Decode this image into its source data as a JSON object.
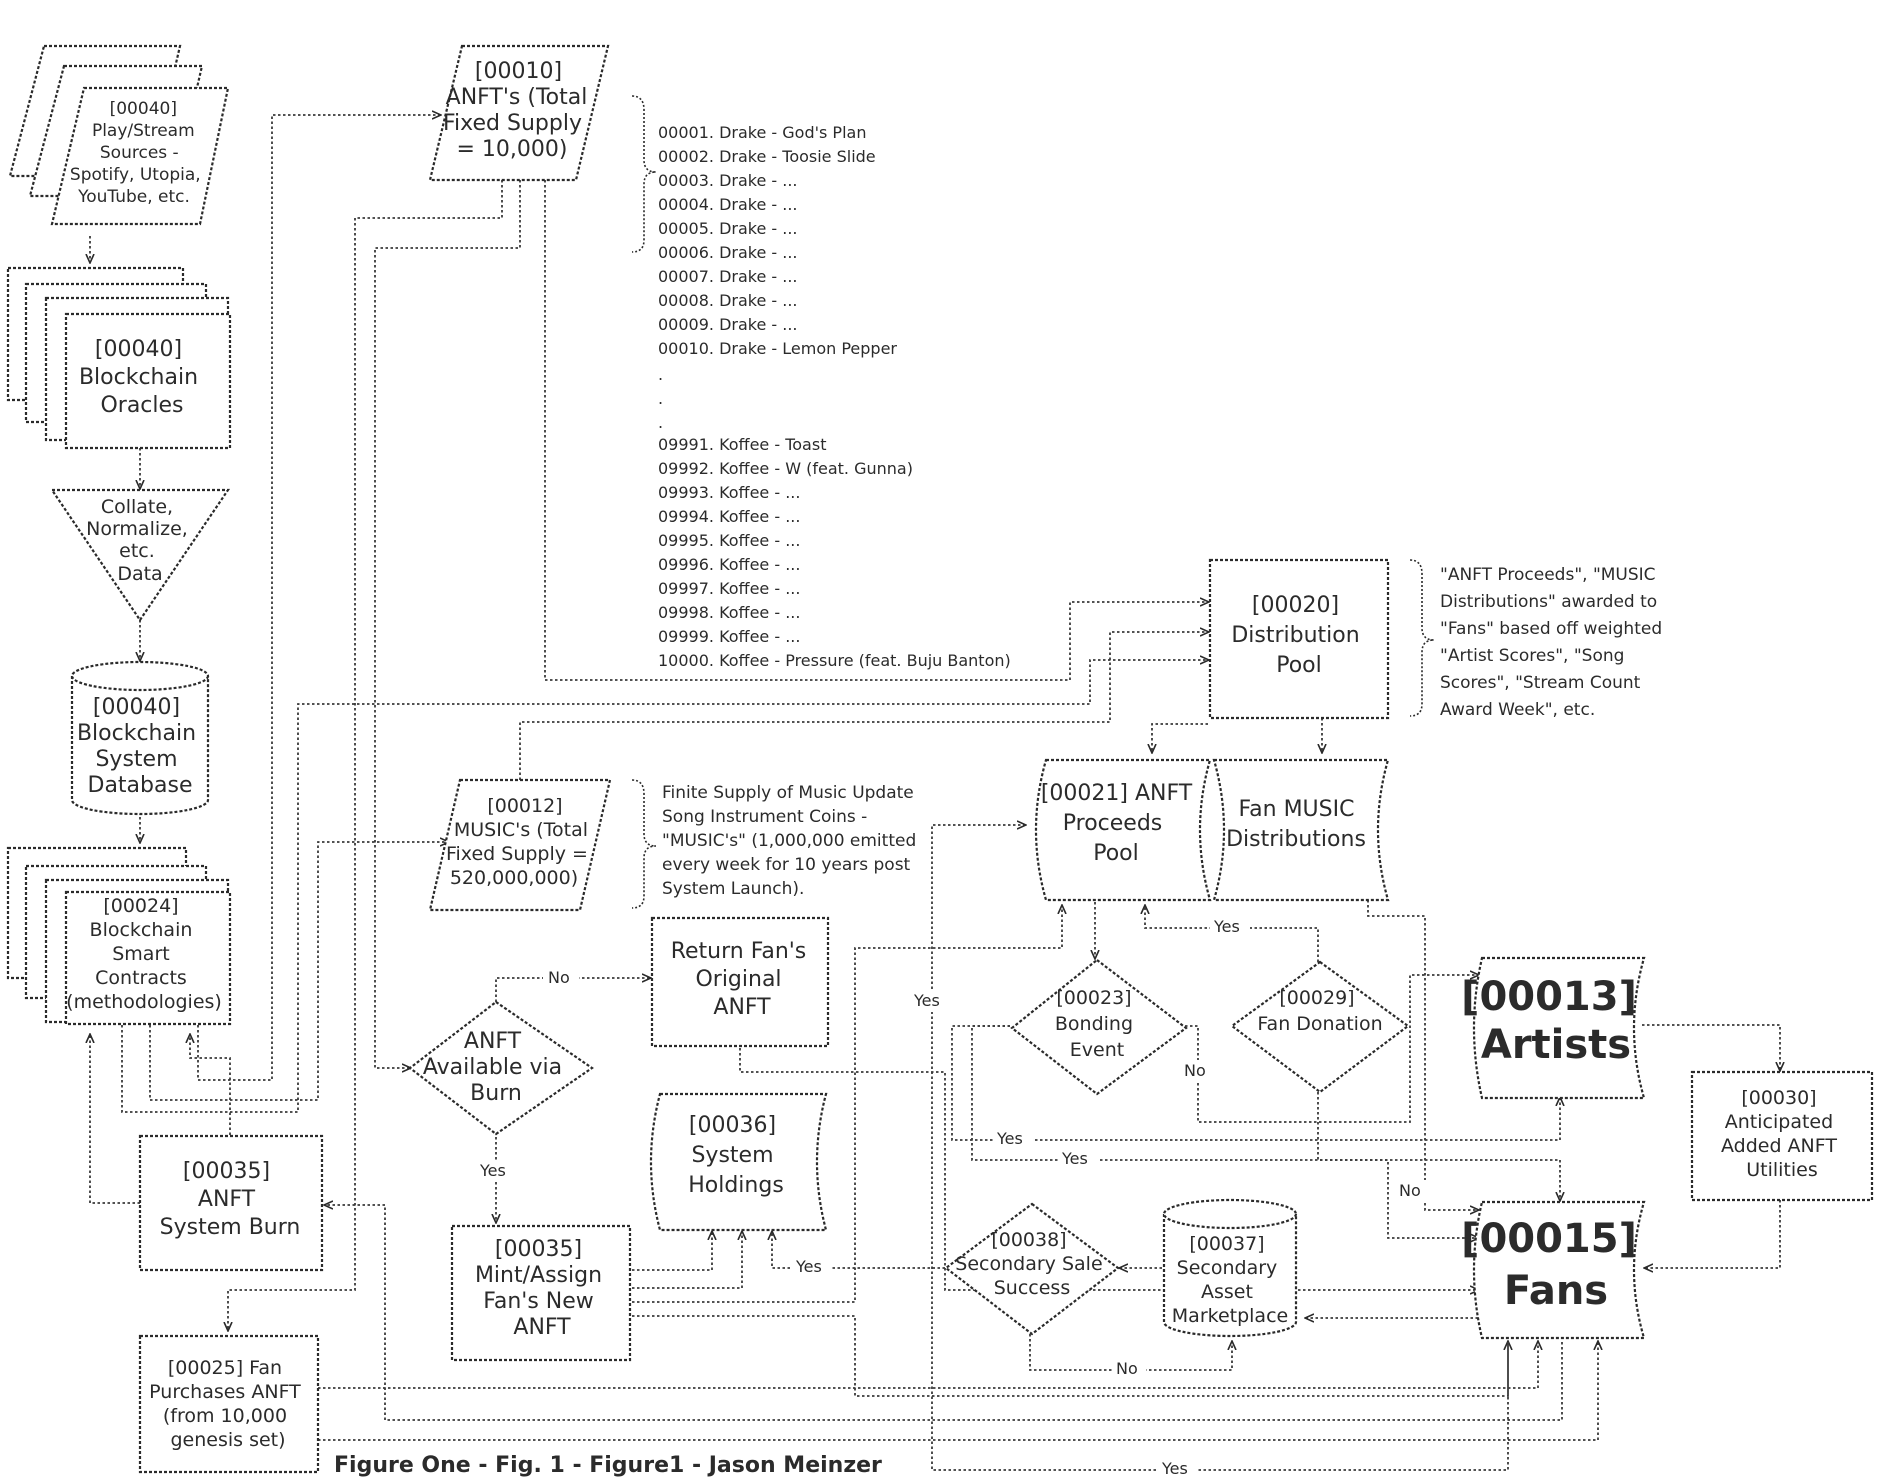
{
  "nodes": {
    "play_sources": [
      "[00040]",
      "Play/Stream",
      "Sources -",
      "Spotify, Utopia,",
      "YouTube, etc."
    ],
    "oracles": [
      "[00040]",
      "Blockchain",
      "Oracles"
    ],
    "collate": [
      "Collate,",
      "Normalize,",
      "etc.",
      "Data"
    ],
    "database": [
      "[00040]",
      "Blockchain",
      "System",
      "Database"
    ],
    "contracts": [
      "[00024]",
      "Blockchain",
      "Smart",
      "Contracts",
      "(methodologies)"
    ],
    "anft_supply": [
      "[00010]",
      "ANFT's (Total",
      "Fixed Supply",
      "= 10,000)"
    ],
    "music_supply": [
      "[00012]",
      "MUSIC's (Total",
      "Fixed Supply =",
      "520,000,000)"
    ],
    "system_burn": [
      "[00035]",
      "ANFT",
      "System Burn"
    ],
    "fan_purchases": [
      "[00025] Fan",
      "Purchases ANFT",
      "(from 10,000",
      "genesis set)"
    ],
    "anft_available": [
      "ANFT",
      "Available via",
      "Burn"
    ],
    "return_anft": [
      "Return Fan's",
      "Original",
      "ANFT"
    ],
    "system_holdings": [
      "[00036]",
      "System",
      "Holdings"
    ],
    "mint_assign": [
      "[00035]",
      "Mint/Assign",
      "Fan's New",
      "ANFT"
    ],
    "distribution_pool": [
      "[00020]",
      "Distribution",
      "Pool"
    ],
    "proceeds_pool": [
      "[00021] ANFT",
      "Proceeds",
      "Pool"
    ],
    "music_distributions": [
      "Fan MUSIC",
      "Distributions"
    ],
    "bonding_event": [
      "[00023]",
      "Bonding",
      "Event"
    ],
    "fan_donation": [
      "[00029]",
      "Fan Donation"
    ],
    "artists": [
      "[00013]",
      "Artists"
    ],
    "fans": [
      "[00015]",
      "Fans"
    ],
    "anticipated": [
      "[00030]",
      "Anticipated",
      "Added ANFT",
      "Utilities"
    ],
    "secondary_sale": [
      "[00038]",
      "Secondary Sale",
      "Success"
    ],
    "secondary_market": [
      "[00037]",
      "Secondary",
      "Asset",
      "Marketplace"
    ]
  },
  "song_list": [
    "00001.  Drake - God's Plan",
    "00002.  Drake - Toosie Slide",
    "00003.  Drake - ...",
    "00004.  Drake - ...",
    "00005.  Drake - ...",
    "00006.  Drake - ...",
    "00007.  Drake - ...",
    "00008.  Drake - ...",
    "00009.  Drake - ...",
    "00010.  Drake - Lemon Pepper",
    ".",
    ".",
    ".",
    "09991.  Koffee - Toast",
    "09992.  Koffee - W (feat. Gunna)",
    "09993.  Koffee - ...",
    "09994.  Koffee - ...",
    "09995.  Koffee - ...",
    "09996.  Koffee - ...",
    "09997.  Koffee - ...",
    "09998.  Koffee - ...",
    "09999.  Koffee - ...",
    "10000.  Koffee - Pressure (feat. Buju Banton)"
  ],
  "notes": {
    "distribution": [
      "\"ANFT Proceeds\", \"MUSIC",
      "Distributions\" awarded to",
      "\"Fans\" based off weighted",
      "\"Artist Scores\", \"Song",
      "Scores\", \"Stream Count",
      "Award Week\", etc."
    ],
    "music_coins": [
      "Finite Supply of Music Update",
      "Song Instrument Coins -",
      "\"MUSIC's\" (1,000,000 emitted",
      "every week for 10 years post",
      "System Launch)."
    ]
  },
  "edge_labels": {
    "no": "No",
    "yes": "Yes"
  },
  "caption": "Figure One - Fig. 1 - Figure1 - Jason Meinzer"
}
